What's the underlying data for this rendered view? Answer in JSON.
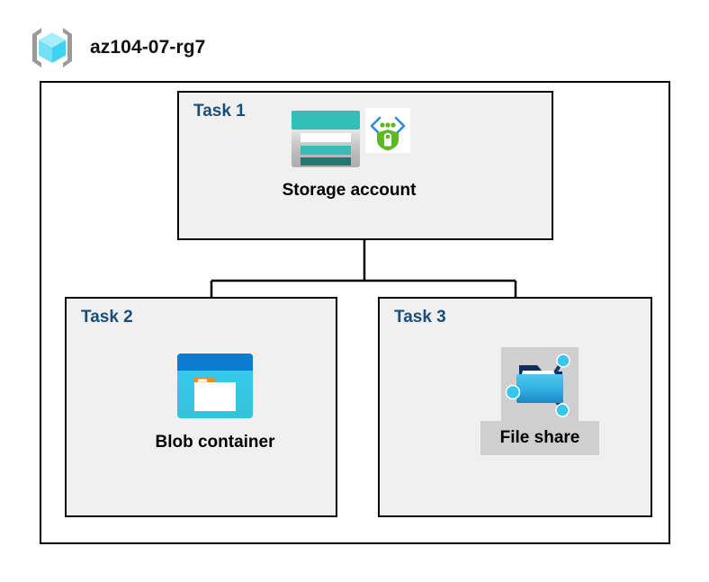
{
  "resource_group": {
    "name": "az104-07-rg7",
    "icon": "resource-group-cube-icon"
  },
  "diagram": {
    "type": "hierarchy",
    "root": "Storage account",
    "children": [
      "Blob container",
      "File share"
    ]
  },
  "tasks": [
    {
      "id": "task1",
      "label": "Task 1",
      "node_caption": "Storage account",
      "icons": [
        "storage-account-icon",
        "security-shield-lock-icon"
      ],
      "highlighted": false
    },
    {
      "id": "task2",
      "label": "Task 2",
      "node_caption": "Blob container",
      "icons": [
        "blob-container-icon"
      ],
      "highlighted": false
    },
    {
      "id": "task3",
      "label": "Task 3",
      "node_caption": "File share",
      "icons": [
        "file-share-icon"
      ],
      "highlighted": true
    }
  ],
  "colors": {
    "task_label": "#1A4E79",
    "task_box_fill": "#F0F0F0",
    "frame_border": "#000000",
    "highlight": "#CFCFCF",
    "storage_teal": "#32BFB6",
    "storage_teal_dark": "#1F7F77",
    "blob_blue": "#0A7DD1",
    "blob_cyan": "#37C6ED",
    "fileshare_blue": "#32B6E5",
    "shield_green": "#5CB922",
    "chevron_blue": "#2E8CD8",
    "cube_cyan": "#3FD3F3",
    "bracket_gray": "#9A9A9A"
  }
}
